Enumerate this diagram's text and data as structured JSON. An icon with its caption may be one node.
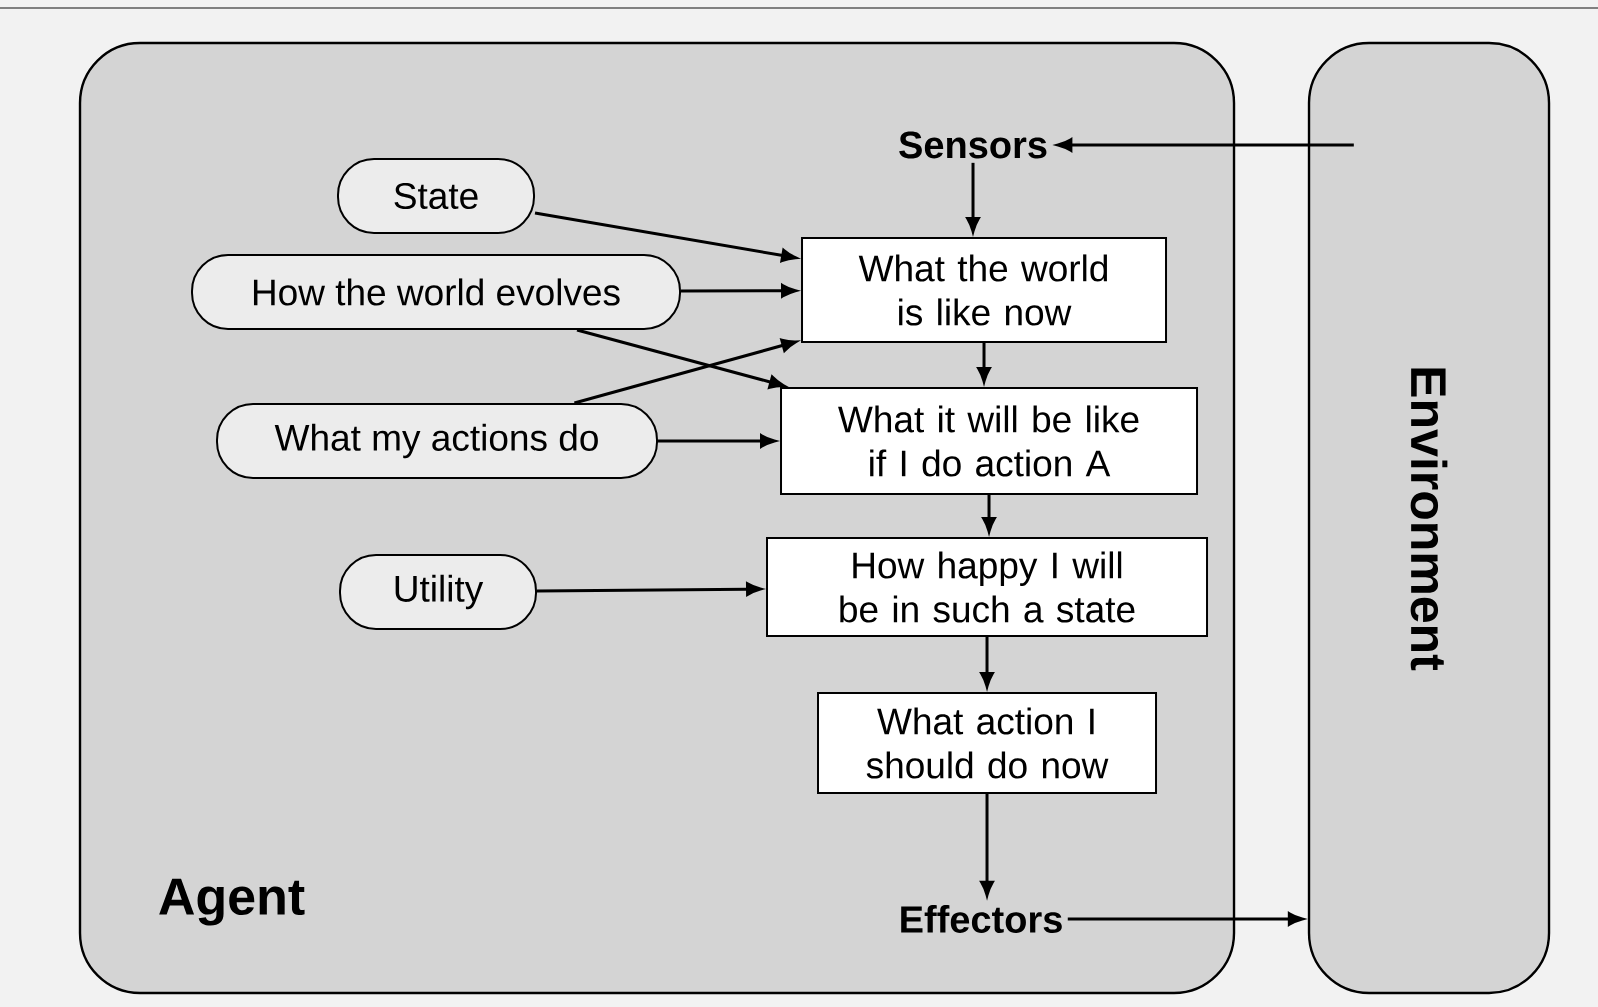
{
  "diagram": {
    "nodes": [
      {
        "text": [
          "Agent"
        ]
      },
      {
        "text": [
          "Environment"
        ]
      },
      {
        "text": [
          "Sensors"
        ],
        "in": 0
      },
      {
        "text": [
          "State"
        ],
        "in": 0
      },
      {
        "text": [
          "How the world evolves"
        ],
        "in": 0
      },
      {
        "text": [
          "What my actions do"
        ],
        "in": 0
      },
      {
        "text": [
          "Utility"
        ],
        "in": 0
      },
      {
        "text": [
          "What the world is like now"
        ],
        "in": 0
      },
      {
        "text": [
          "What it will be like if I do action A"
        ],
        "in": 0
      },
      {
        "text": [
          "How happy I will be in such a state"
        ],
        "in": 0
      },
      {
        "text": [
          "What action I should do now"
        ],
        "in": 0
      },
      {
        "text": [
          "Effectors"
        ],
        "in": 0
      }
    ],
    "edges": [
      {
        "from": 1,
        "to": 2,
        "arrow": "to"
      },
      {
        "from": 2,
        "to": 7,
        "arrow": "to"
      },
      {
        "from": 3,
        "to": 7,
        "arrow": "to"
      },
      {
        "from": 4,
        "to": 7,
        "arrow": "to"
      },
      {
        "from": 4,
        "to": 8,
        "arrow": "to"
      },
      {
        "from": 5,
        "to": 7,
        "arrow": "to"
      },
      {
        "from": 5,
        "to": 8,
        "arrow": "to"
      },
      {
        "from": 6,
        "to": 9,
        "arrow": "to"
      },
      {
        "from": 7,
        "to": 8,
        "arrow": "to"
      },
      {
        "from": 8,
        "to": 9,
        "arrow": "to"
      },
      {
        "from": 9,
        "to": 10,
        "arrow": "to"
      },
      {
        "from": 10,
        "to": 11,
        "arrow": "to"
      },
      {
        "from": 11,
        "to": 1,
        "arrow": "to"
      }
    ]
  }
}
